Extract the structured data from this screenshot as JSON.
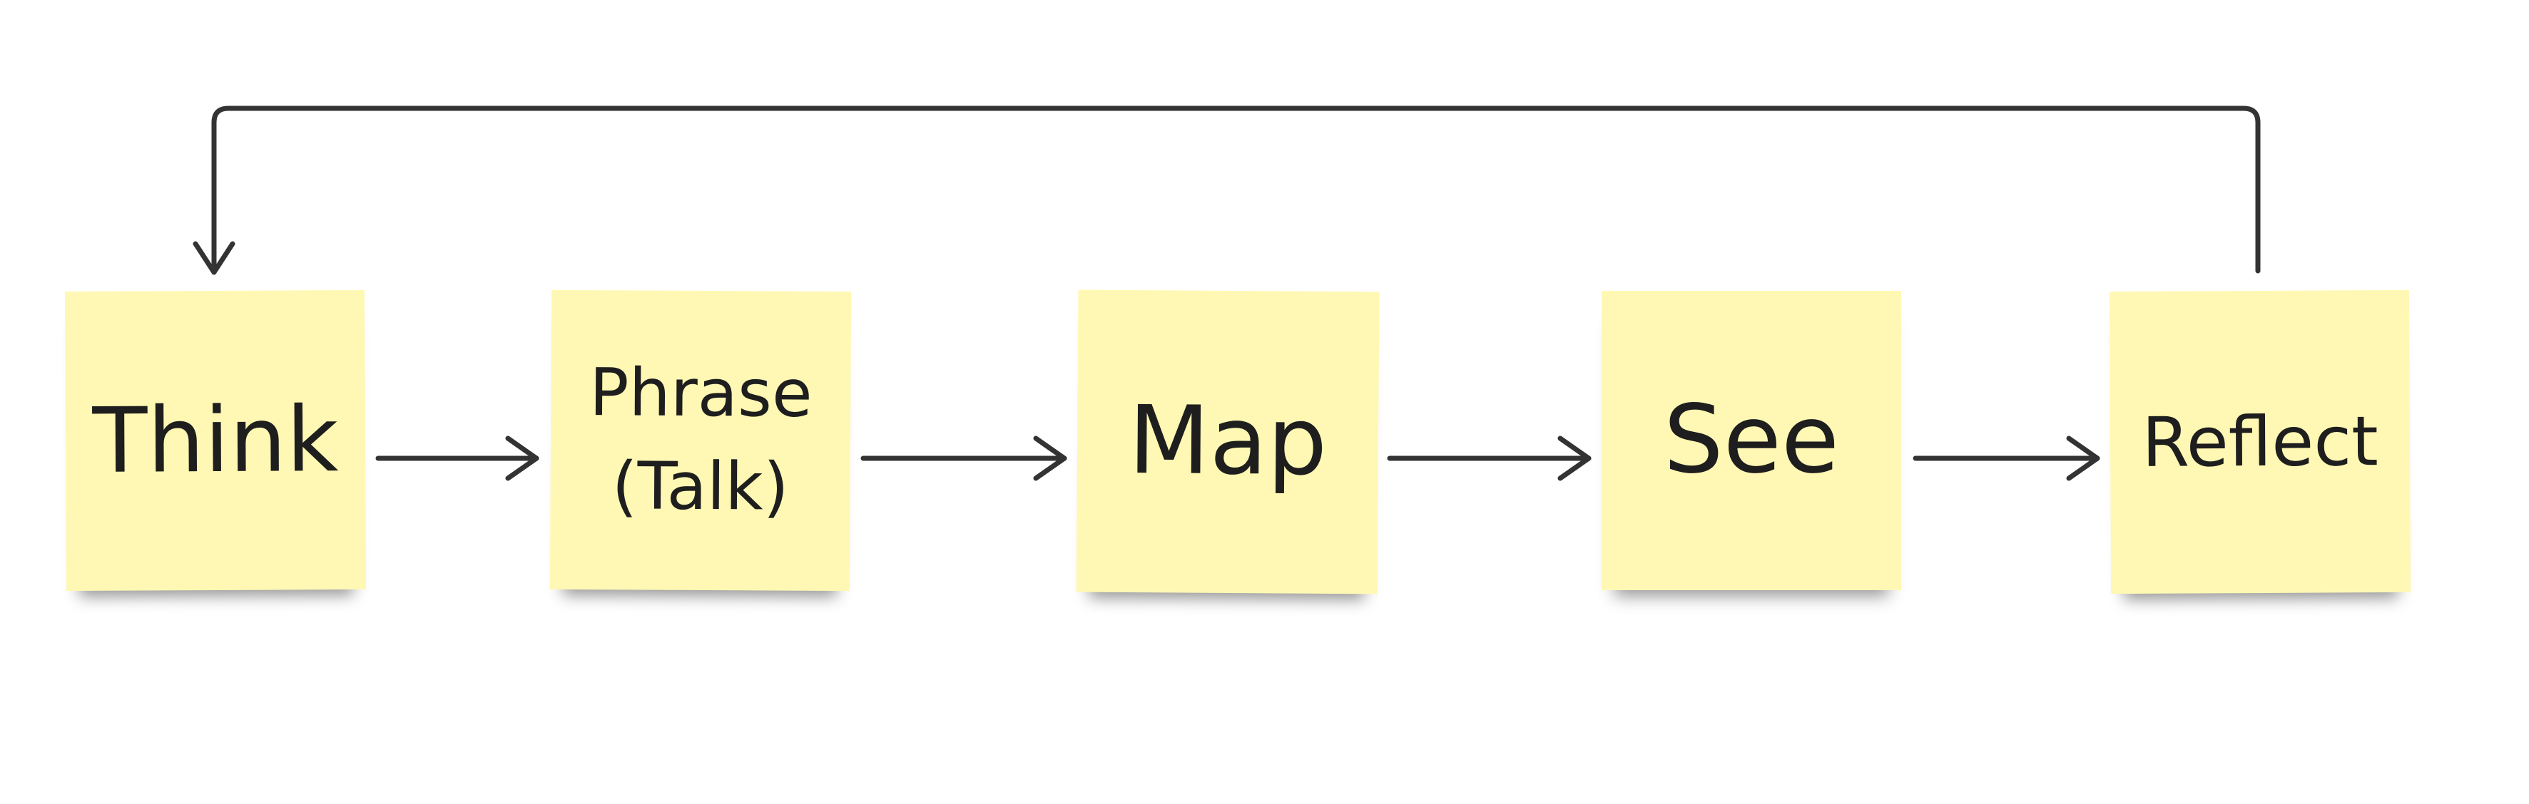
{
  "diagram": {
    "nodes": [
      {
        "id": "think",
        "label": "Think"
      },
      {
        "id": "phrase",
        "label": "Phrase\n(Talk)"
      },
      {
        "id": "map",
        "label": "Map"
      },
      {
        "id": "see",
        "label": "See"
      },
      {
        "id": "reflect",
        "label": "Reflect"
      }
    ],
    "edges": [
      {
        "from": "think",
        "to": "phrase"
      },
      {
        "from": "phrase",
        "to": "map"
      },
      {
        "from": "map",
        "to": "see"
      },
      {
        "from": "see",
        "to": "reflect"
      },
      {
        "from": "reflect",
        "to": "think"
      }
    ],
    "colors": {
      "note_fill": "#fff8b4",
      "connector": "#333333",
      "text": "#1e1e1e",
      "background": "#ffffff"
    }
  }
}
